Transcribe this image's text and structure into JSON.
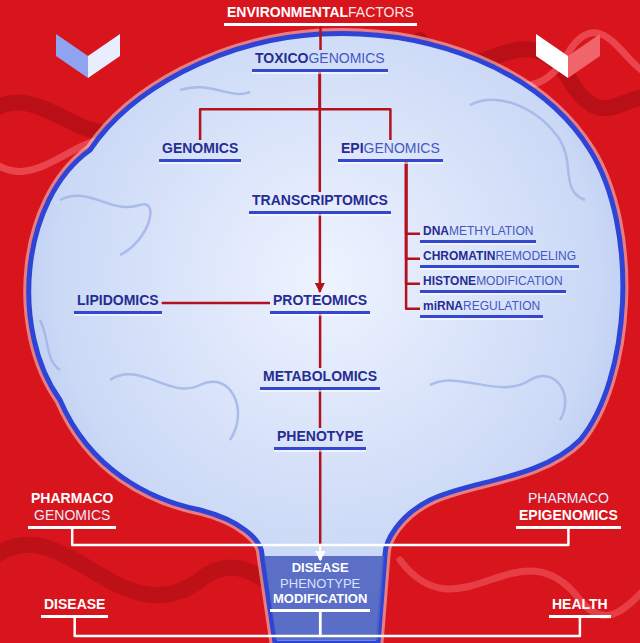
{
  "diagram": {
    "nodes": [
      {
        "text": [
          "ENVIRONMENTAL",
          "FACTORS"
        ]
      },
      {
        "text": [
          "TOXICO",
          "GENOMICS"
        ]
      },
      {
        "text": [
          "GENOMICS"
        ]
      },
      {
        "text": [
          "EPI",
          "GENOMICS"
        ]
      },
      {
        "text": [
          "TRANSCRIPTOMICS"
        ]
      },
      {
        "text": [
          "DNA",
          "METHYLATION"
        ]
      },
      {
        "text": [
          "CHROMATIN",
          "REMODELING"
        ]
      },
      {
        "text": [
          "HISTONE",
          "MODIFICATION"
        ]
      },
      {
        "text": [
          "miRNA",
          "REGULATION"
        ]
      },
      {
        "text": [
          "LIPIDOMICS"
        ]
      },
      {
        "text": [
          "PROTEOMICS"
        ]
      },
      {
        "text": [
          "METABOLOMICS"
        ]
      },
      {
        "text": [
          "PHENOTYPE"
        ]
      },
      {
        "text": [
          "PHARMACO",
          "GENOMICS"
        ]
      },
      {
        "text": [
          "PHARMACO",
          "EPIGENOMICS"
        ]
      },
      {
        "text": [
          "DISEASE",
          "PHENOTYPE",
          "MODIFICATION"
        ]
      },
      {
        "text": [
          "DISEASE"
        ]
      },
      {
        "text": [
          "HEALTH"
        ]
      }
    ],
    "edges": [
      {
        "from": 0,
        "to": 1,
        "arrow": "none"
      },
      {
        "from": 1,
        "to": 2,
        "arrow": "none"
      },
      {
        "from": 1,
        "to": 3,
        "arrow": "none"
      },
      {
        "from": 1,
        "to": 4,
        "arrow": "none"
      },
      {
        "from": 3,
        "to": 5,
        "arrow": "none"
      },
      {
        "from": 3,
        "to": 6,
        "arrow": "none"
      },
      {
        "from": 3,
        "to": 7,
        "arrow": "none"
      },
      {
        "from": 3,
        "to": 8,
        "arrow": "none"
      },
      {
        "from": 4,
        "to": 10,
        "arrow": "to"
      },
      {
        "from": 9,
        "to": 10,
        "arrow": "none"
      },
      {
        "from": 10,
        "to": 11,
        "arrow": "none"
      },
      {
        "from": 11,
        "to": 12,
        "arrow": "none"
      },
      {
        "from": 12,
        "to": 15,
        "arrow": "none"
      },
      {
        "from": 13,
        "to": 15,
        "arrow": "to"
      },
      {
        "from": 14,
        "to": 15,
        "arrow": "to"
      },
      {
        "from": 15,
        "to": 16,
        "arrow": "none"
      },
      {
        "from": 15,
        "to": 17,
        "arrow": "none"
      }
    ]
  }
}
